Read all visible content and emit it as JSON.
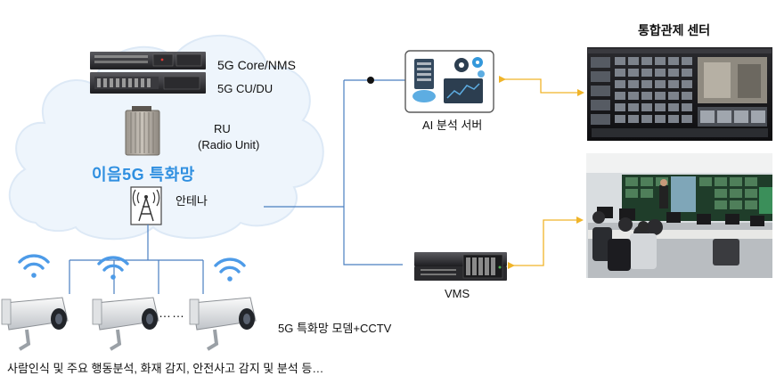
{
  "labels": {
    "core_nms": "5G Core/NMS",
    "cu_du": "5G CU/DU",
    "ru_line1": "RU",
    "ru_line2": "(Radio Unit)",
    "network_name": "이음5G 특화망",
    "antenna": "안테나",
    "ai_server": "AI 분석 서버",
    "vms": "VMS",
    "control_center": "통합관제 센터",
    "modem_cctv": "5G 특화망 모뎀+CCTV",
    "dots": "……",
    "caption": "사람인식 및 주요 행동분석, 화재 감지, 안전사고 감지 및 분석 등…"
  },
  "colors": {
    "network_text": "#2f8fe0",
    "cloud_fill": "#eef5fc",
    "link_line": "#4a7fc0",
    "arrow": "#f0b429",
    "wifi": "#4d9be8"
  },
  "icons": {
    "servers": "rack-server-icon",
    "ru": "radio-unit-icon",
    "antenna": "antenna-tower-icon",
    "ai": "ai-server-icon",
    "vms": "vms-server-icon",
    "wifi": "wifi-icon",
    "camera": "cctv-camera-icon"
  }
}
